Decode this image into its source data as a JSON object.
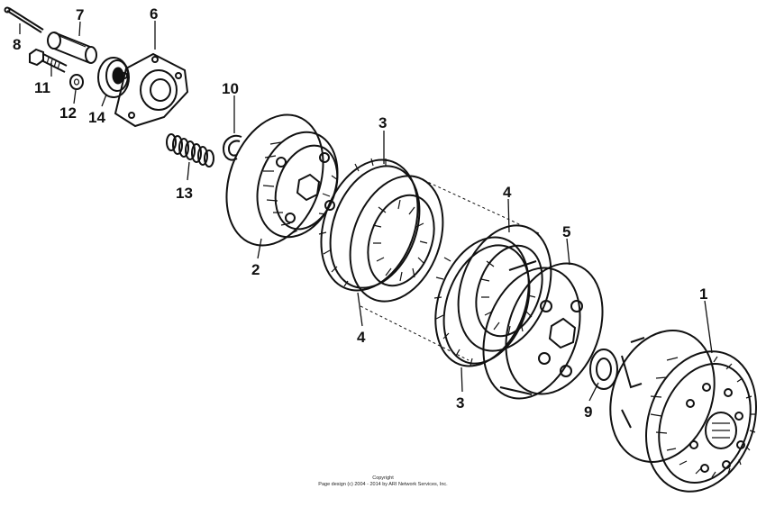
{
  "callouts": {
    "c1": "1",
    "c2": "2",
    "c3a": "3",
    "c3b": "3",
    "c4a": "4",
    "c4b": "4",
    "c5": "5",
    "c6": "6",
    "c7": "7",
    "c8": "8",
    "c9": "9",
    "c10": "10",
    "c11": "11",
    "c12": "12",
    "c13": "13",
    "c14": "14"
  },
  "footer": {
    "line1": "Copyright",
    "line2": "Page design (c) 2004 - 2014 by ARI Network Services, Inc."
  }
}
